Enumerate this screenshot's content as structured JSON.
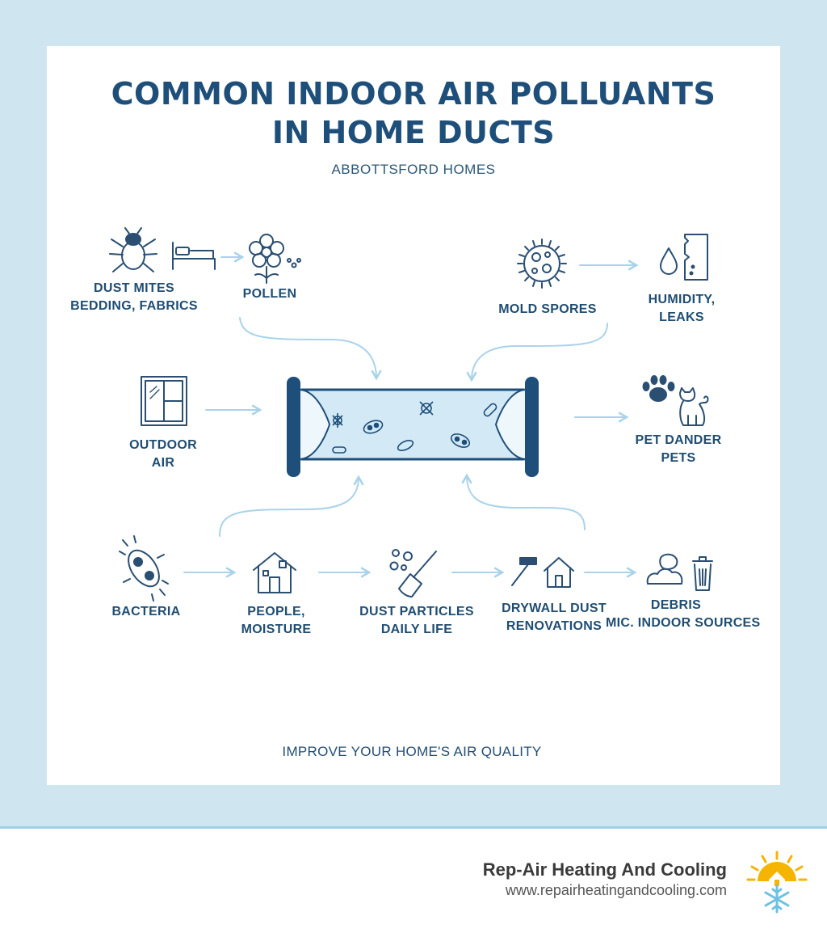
{
  "title": {
    "line1": "COMMON INDOOR AIR POLLUANTS",
    "line2": "IN HOME DUCTS"
  },
  "subtitle": "ABBOTTSFORD HOMES",
  "nodes": {
    "dust_mites": {
      "line1": "DUST MITES",
      "line2": "BEDDING, FABRICS"
    },
    "pollen": {
      "line1": "POLLEN"
    },
    "mold_spores": {
      "line1": "MOLD SPORES"
    },
    "humidity": {
      "line1": "HUMIDITY,",
      "line2": "LEAKS"
    },
    "outdoor_air": {
      "line1": "OUTDOOR",
      "line2": "AIR"
    },
    "pet_dander": {
      "line1": "PET DANDER",
      "line2": "PETS"
    },
    "bacteria": {
      "line1": "BACTERIA"
    },
    "people": {
      "line1": "PEOPLE,",
      "line2": "MOISTURE"
    },
    "dust_particles": {
      "line1": "DUST PARTICLES",
      "line2": "DAILY LIFE"
    },
    "drywall": {
      "line1": "DRYWALL DUST",
      "line2": "RENOVATIONS"
    },
    "debris": {
      "line1": "DEBRIS",
      "line2": "MIC. INDOOR SOURCES"
    }
  },
  "footer_note": "IMPROVE YOUR HOME'S AIR QUALITY",
  "brand": {
    "name": "Rep-Air Heating And Cooling",
    "url": "www.repairheatingandcooling.com"
  },
  "colors": {
    "primary": "#1e4f7a",
    "icon_stroke": "#2a4f73",
    "arrow": "#a9d3ea",
    "background_band": "#cfe6f1",
    "duct_fill": "#d3e9f5",
    "logo_sun": "#f4b400",
    "logo_snow": "#6ec1e4"
  }
}
